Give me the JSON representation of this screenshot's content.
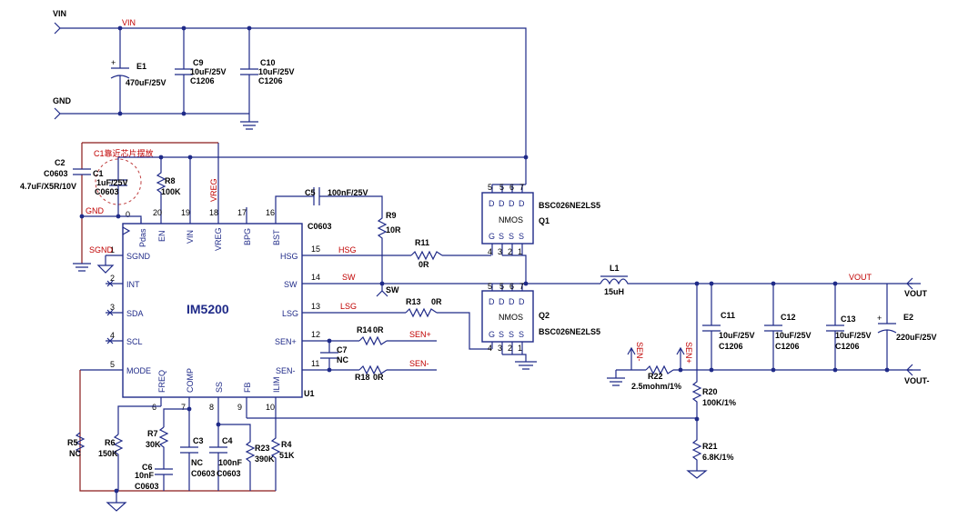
{
  "ports": {
    "vin": "VIN",
    "gnd": "GND",
    "vout": "VOUT",
    "vout_minus": "VOUT-"
  },
  "nets": {
    "vin_rail": "VIN",
    "hsg": "HSG",
    "sw": "SW",
    "lsg": "LSG",
    "sen_plus": "SEN+",
    "sen_minus": "SEN-",
    "vout_rail": "VOUT",
    "gnd": "GND",
    "sgnd": "SGND",
    "sw_flag": "SW",
    "vreg": "VREG"
  },
  "note": "C1靠近芯片摆放",
  "ic": {
    "name": "IM5200",
    "ref": "U1",
    "left_pins": [
      {
        "num": "1",
        "name": "SGND"
      },
      {
        "num": "2",
        "name": "INT"
      },
      {
        "num": "3",
        "name": "SDA"
      },
      {
        "num": "4",
        "name": "SCL"
      },
      {
        "num": "5",
        "name": "MODE"
      }
    ],
    "top_pins": [
      {
        "num": "0",
        "name": "Pdas"
      },
      {
        "num": "20",
        "name": "EN"
      },
      {
        "num": "19",
        "name": "VIN"
      },
      {
        "num": "18",
        "name": "VREG"
      },
      {
        "num": "17",
        "name": "BPG"
      },
      {
        "num": "16",
        "name": "BST"
      }
    ],
    "right_pins": [
      {
        "num": "15",
        "name": "HSG"
      },
      {
        "num": "14",
        "name": "SW"
      },
      {
        "num": "13",
        "name": "LSG"
      },
      {
        "num": "12",
        "name": "SEN+"
      },
      {
        "num": "11",
        "name": "SEN-"
      }
    ],
    "bottom_pins": [
      {
        "num": "6",
        "name": "FREQ"
      },
      {
        "num": "7",
        "name": "COMP"
      },
      {
        "num": "8",
        "name": "SS"
      },
      {
        "num": "9",
        "name": "FB"
      },
      {
        "num": "10",
        "name": "ILIM"
      }
    ]
  },
  "mosfets": [
    {
      "ref": "Q1",
      "part": "BSC026NE2LS5",
      "type": "NMOS",
      "top_pins": [
        "5",
        "D",
        "D",
        "D"
      ],
      "bottom_letters": [
        "G",
        "S",
        "S",
        "S"
      ],
      "bottom_nums": [
        "4",
        "3",
        "2",
        "1"
      ]
    },
    {
      "ref": "Q2",
      "part": "BSC026NE2LS5",
      "type": "NMOS",
      "top_pins": [
        "5",
        "D",
        "D",
        "D"
      ],
      "bottom_letters": [
        "G",
        "S",
        "S",
        "S"
      ],
      "bottom_nums": [
        "4",
        "3",
        "2",
        "1"
      ]
    }
  ],
  "components": {
    "E1": {
      "ref": "E1",
      "value": "470uF/25V"
    },
    "C9": {
      "ref": "C9",
      "value": "10uF/25V",
      "pkg": "C1206"
    },
    "C10": {
      "ref": "C10",
      "value": "10uF/25V",
      "pkg": "C1206"
    },
    "C2": {
      "ref": "C2",
      "pkg": "C0603",
      "value": "4.7uF/X5R/10V"
    },
    "C1": {
      "ref": "C1",
      "value": "1uF/25V",
      "pkg": "C0603"
    },
    "R8": {
      "ref": "R8",
      "value": "100K"
    },
    "C5": {
      "ref": "C5",
      "value": "100nF/25V",
      "pkg": "C0603"
    },
    "R9": {
      "ref": "R9",
      "value": "10R"
    },
    "R11": {
      "ref": "R11",
      "value": "0R"
    },
    "R13": {
      "ref": "R13",
      "value": "0R"
    },
    "R14": {
      "ref": "R14",
      "value": "0R"
    },
    "R18": {
      "ref": "R18",
      "value": "0R"
    },
    "C7": {
      "ref": "C7",
      "value": "NC"
    },
    "L1": {
      "ref": "L1",
      "value": "15uH"
    },
    "C11": {
      "ref": "C11",
      "value": "10uF/25V",
      "pkg": "C1206"
    },
    "C12": {
      "ref": "C12",
      "value": "10uF/25V",
      "pkg": "C1206"
    },
    "C13": {
      "ref": "C13",
      "value": "10uF/25V",
      "pkg": "C1206"
    },
    "E2": {
      "ref": "E2",
      "value": "220uF/25V"
    },
    "R22": {
      "ref": "R22",
      "value": "2.5mohm/1%"
    },
    "R20": {
      "ref": "R20",
      "value": "100K/1%"
    },
    "R21": {
      "ref": "R21",
      "value": "6.8K/1%"
    },
    "R5": {
      "ref": "R5",
      "value": "NC"
    },
    "R6": {
      "ref": "R6",
      "value": "150K"
    },
    "R7": {
      "ref": "R7",
      "value": "30K"
    },
    "C6": {
      "ref": "C6",
      "value": "10nF",
      "pkg": "C0603"
    },
    "C3": {
      "ref": "C3",
      "value": "NC",
      "pkg": "C0603"
    },
    "C4": {
      "ref": "C4",
      "value": "100nF",
      "pkg": "C0603"
    },
    "R23": {
      "ref": "R23",
      "value": "390K"
    },
    "R4": {
      "ref": "R4",
      "value": "51K"
    }
  }
}
